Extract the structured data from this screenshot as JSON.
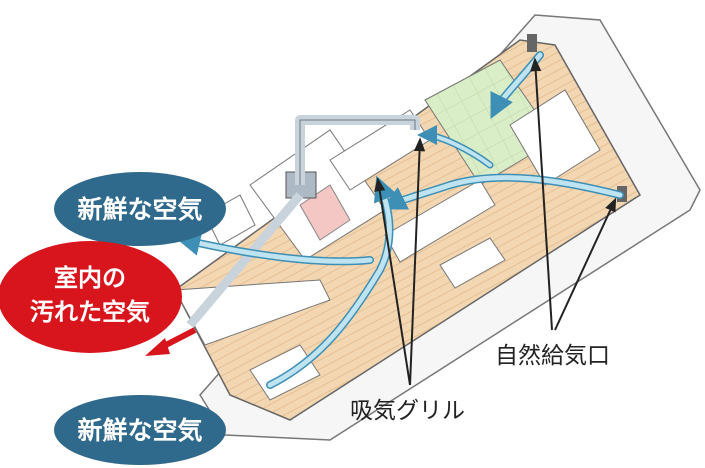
{
  "labels": {
    "fresh_air_top": "新鮮な空気",
    "indoor_dirty_air_line1": "室内の",
    "indoor_dirty_air_line2": "汚れた空気",
    "fresh_air_bottom": "新鮮な空気",
    "natural_supply_vent": "自然給気口",
    "exhaust_grille": "吸気グリル"
  },
  "colors": {
    "fresh_air_bubble": "#2f6a8c",
    "dirty_air_bubble": "#d8141c",
    "airflow_arrow": "#bfe3f0",
    "airflow_arrow_edge": "#3d8fb5",
    "exhaust_arrow": "#d8141c",
    "floor_wood": "#f3d7b2",
    "tatami": "#d9edc7",
    "wall": "#ffffff",
    "outline": "#555555",
    "duct": "#c9d3dc"
  }
}
